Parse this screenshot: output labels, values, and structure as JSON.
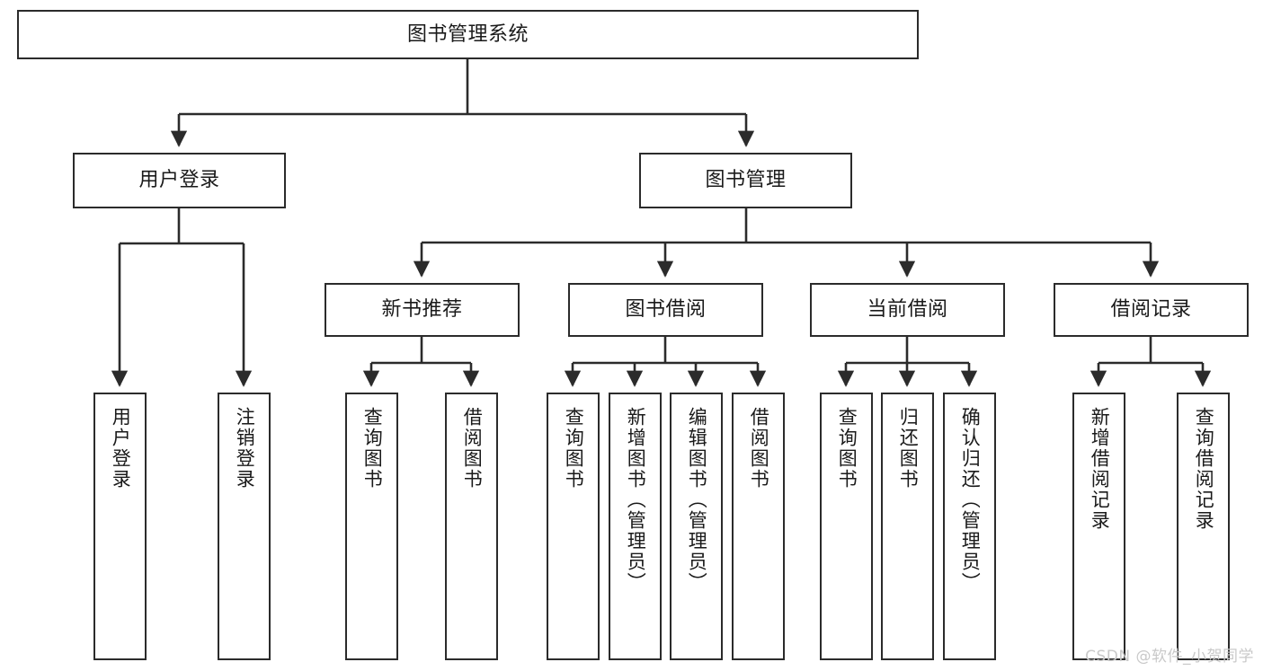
{
  "diagram": {
    "title": "图书管理系统",
    "watermark": "CSDN @软件_小贺同学",
    "line_color": "#2b2b2b",
    "box_fill": "#ffffff",
    "text_color": "#1a1a1a",
    "watermark_color": "#c9c9c9",
    "root": {
      "label": "图书管理系统"
    },
    "level2": [
      {
        "label": "用户登录"
      },
      {
        "label": "图书管理"
      }
    ],
    "level3": [
      {
        "label": "新书推荐"
      },
      {
        "label": "图书借阅"
      },
      {
        "label": "当前借阅"
      },
      {
        "label": "借阅记录"
      }
    ],
    "leaves": {
      "user_login": [
        {
          "label": "用户登录"
        },
        {
          "label": "注销登录"
        }
      ],
      "new_book_recommend": [
        {
          "label": "查询图书"
        },
        {
          "label": "借阅图书"
        }
      ],
      "book_borrow": [
        {
          "label": "查询图书"
        },
        {
          "label": "新增图书（管理员）"
        },
        {
          "label": "编辑图书（管理员）"
        },
        {
          "label": "借阅图书"
        }
      ],
      "current_borrow": [
        {
          "label": "查询图书"
        },
        {
          "label": "归还图书"
        },
        {
          "label": "确认归还（管理员）"
        }
      ],
      "borrow_record": [
        {
          "label": "新增借阅记录"
        },
        {
          "label": "查询借阅记录"
        }
      ]
    }
  }
}
